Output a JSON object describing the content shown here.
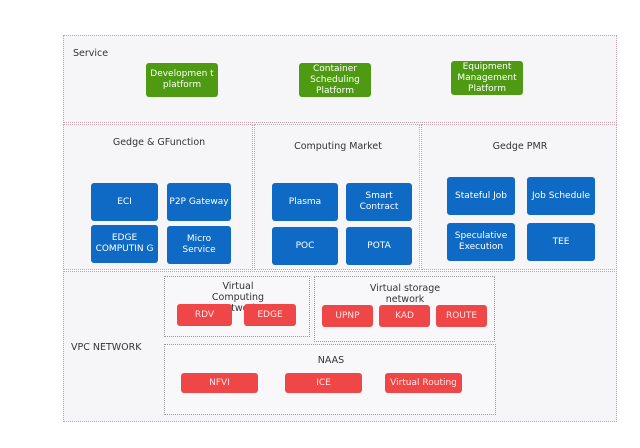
{
  "service": {
    "title": "Service",
    "items": [
      "Developmen t platform",
      "Container Scheduling Platform",
      "Equipment Management Platform"
    ]
  },
  "gedge_gfunction": {
    "title": "Gedge & GFunction",
    "items": [
      "ECI",
      "P2P Gateway",
      "EDGE COMPUTIN G",
      "Micro Service"
    ]
  },
  "computing_market": {
    "title": "Computing Market",
    "items": [
      "Plasma",
      "Smart Contract",
      "POC",
      "POTA"
    ]
  },
  "gedge_pmr": {
    "title": "Gedge PMR",
    "items": [
      "Stateful Job",
      "Job Schedule",
      "Speculative Execution",
      "TEE"
    ]
  },
  "vpc_network": {
    "title": "VPC NETWORK",
    "virtual_computing": {
      "title": "Virtual Computing Network",
      "items": [
        "RDV",
        "EDGE"
      ]
    },
    "virtual_storage": {
      "title": "Virtual storage network",
      "items": [
        "UPNP",
        "KAD",
        "ROUTE"
      ]
    },
    "naas": {
      "title": "NAAS",
      "items": [
        "NFVI",
        "ICE",
        "Virtual Routing"
      ]
    }
  },
  "colors": {
    "service_green": "#4e9a12",
    "module_blue": "#0f6ac6",
    "network_red": "#ef4747",
    "panel_border": "#c9a0ae"
  }
}
